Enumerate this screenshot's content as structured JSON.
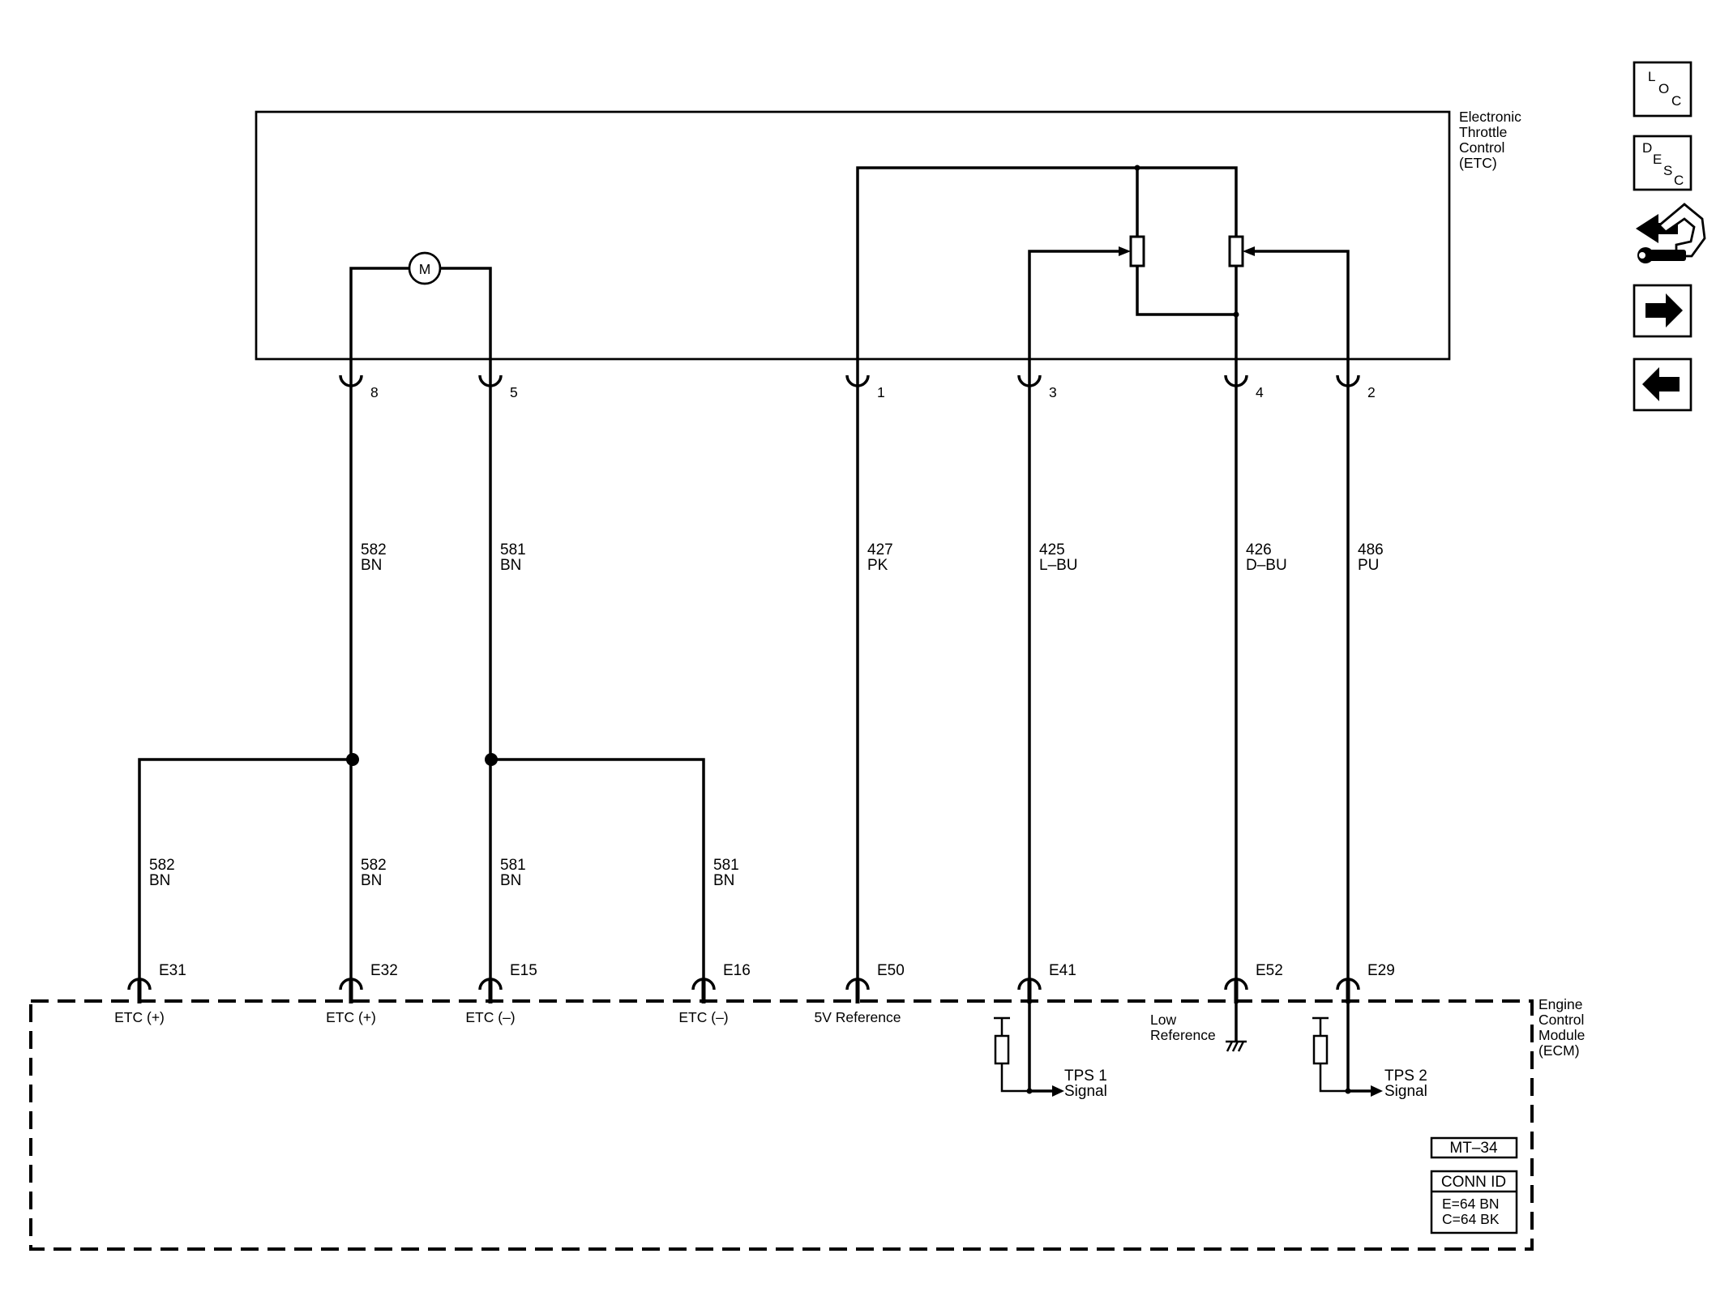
{
  "etc_module": {
    "name_lines": [
      "Electronic",
      "Throttle",
      "Control",
      "(ETC)"
    ],
    "motor_symbol": "M"
  },
  "ecm_module": {
    "name_lines": [
      "Engine",
      "Control",
      "Module",
      "(ECM)"
    ]
  },
  "etc_pins": [
    "8",
    "5",
    "1",
    "3",
    "4",
    "2"
  ],
  "upper_wires": [
    {
      "circuit": "582",
      "color": "BN"
    },
    {
      "circuit": "581",
      "color": "BN"
    },
    {
      "circuit": "427",
      "color": "PK"
    },
    {
      "circuit": "425",
      "color": "L–BU"
    },
    {
      "circuit": "426",
      "color": "D–BU"
    },
    {
      "circuit": "486",
      "color": "PU"
    }
  ],
  "lower_wires": [
    {
      "circuit": "582",
      "color": "BN"
    },
    {
      "circuit": "582",
      "color": "BN"
    },
    {
      "circuit": "581",
      "color": "BN"
    },
    {
      "circuit": "581",
      "color": "BN"
    }
  ],
  "ecm_pins": [
    "E31",
    "E32",
    "E15",
    "E16",
    "E50",
    "E41",
    "E52",
    "E29"
  ],
  "ecm_functions": [
    "ETC (+)",
    "ETC (+)",
    "ETC (–)",
    "ETC (–)",
    "5V Reference"
  ],
  "low_reference": [
    "Low",
    "Reference"
  ],
  "tps1_signal": [
    "TPS 1",
    "Signal"
  ],
  "tps2_signal": [
    "TPS 2",
    "Signal"
  ],
  "page_id": "MT–34",
  "conn_id": {
    "title": "CONN ID",
    "lines": [
      "E=64 BN",
      "C=64 BK"
    ]
  },
  "nav": {
    "loc": [
      "L",
      "O",
      "C"
    ],
    "desc": [
      "D",
      "E",
      "S",
      "C"
    ],
    "icons": [
      "connector-repair-icon",
      "arrow-right-icon",
      "arrow-left-icon"
    ]
  }
}
